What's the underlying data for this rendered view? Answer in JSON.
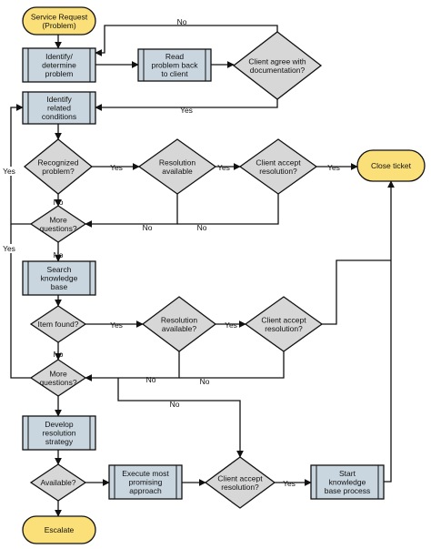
{
  "colors": {
    "terminal": "#fbe07a",
    "process": "#c9d6df",
    "decision": "#d7d7d7",
    "stroke": "#111111"
  },
  "nodes": {
    "service_request": [
      "Service Request",
      "(Problem)"
    ],
    "identify_problem": [
      "Identify/",
      "determine",
      "problem"
    ],
    "read_back": [
      "Read",
      "problem back",
      "to client"
    ],
    "client_agree": [
      "Client agree with",
      "documentation?"
    ],
    "identify_related": [
      "Identify",
      "related",
      "conditions"
    ],
    "recognized": [
      "Recognized",
      "problem?"
    ],
    "resolution_available_1": [
      "Resolution",
      "available"
    ],
    "client_accept_1": [
      "Client accept",
      "resolution?"
    ],
    "close_ticket": [
      "Close ticket"
    ],
    "more_questions_1": [
      "More",
      "questions?"
    ],
    "search_kb": [
      "Search",
      "knowledge",
      "base"
    ],
    "item_found": [
      "Item found?"
    ],
    "resolution_available_2": [
      "Resolution",
      "available?"
    ],
    "client_accept_2": [
      "Client accept",
      "resolution?"
    ],
    "more_questions_2": [
      "More",
      "questions?"
    ],
    "develop_strategy": [
      "Develop",
      "resolution",
      "strategy"
    ],
    "available": [
      "Available?"
    ],
    "execute": [
      "Execute most",
      "promising",
      "approach"
    ],
    "client_accept_3": [
      "Client accept",
      "resolution?"
    ],
    "start_kb": [
      "Start",
      "knowledge",
      "base process"
    ],
    "escalate": [
      "Escalate"
    ]
  },
  "edge_labels": {
    "agree_no": "No",
    "agree_yes": "Yes",
    "recognized_yes": "Yes",
    "resolution1_yes": "Yes",
    "accept1_yes": "Yes",
    "recognized_no": "No",
    "resolution1_no": "No",
    "accept1_no": "No",
    "more1_yes": "Yes",
    "more1_no": "No",
    "kb_yes": "Yes",
    "item_yes": "Yes",
    "resolution2_yes": "Yes",
    "item_no": "No",
    "resolution2_no": "No",
    "accept2_no": "No",
    "more2_yes": "Yes",
    "more2_no": "No",
    "accept3_yes": "Yes",
    "accept3_no": "No"
  }
}
